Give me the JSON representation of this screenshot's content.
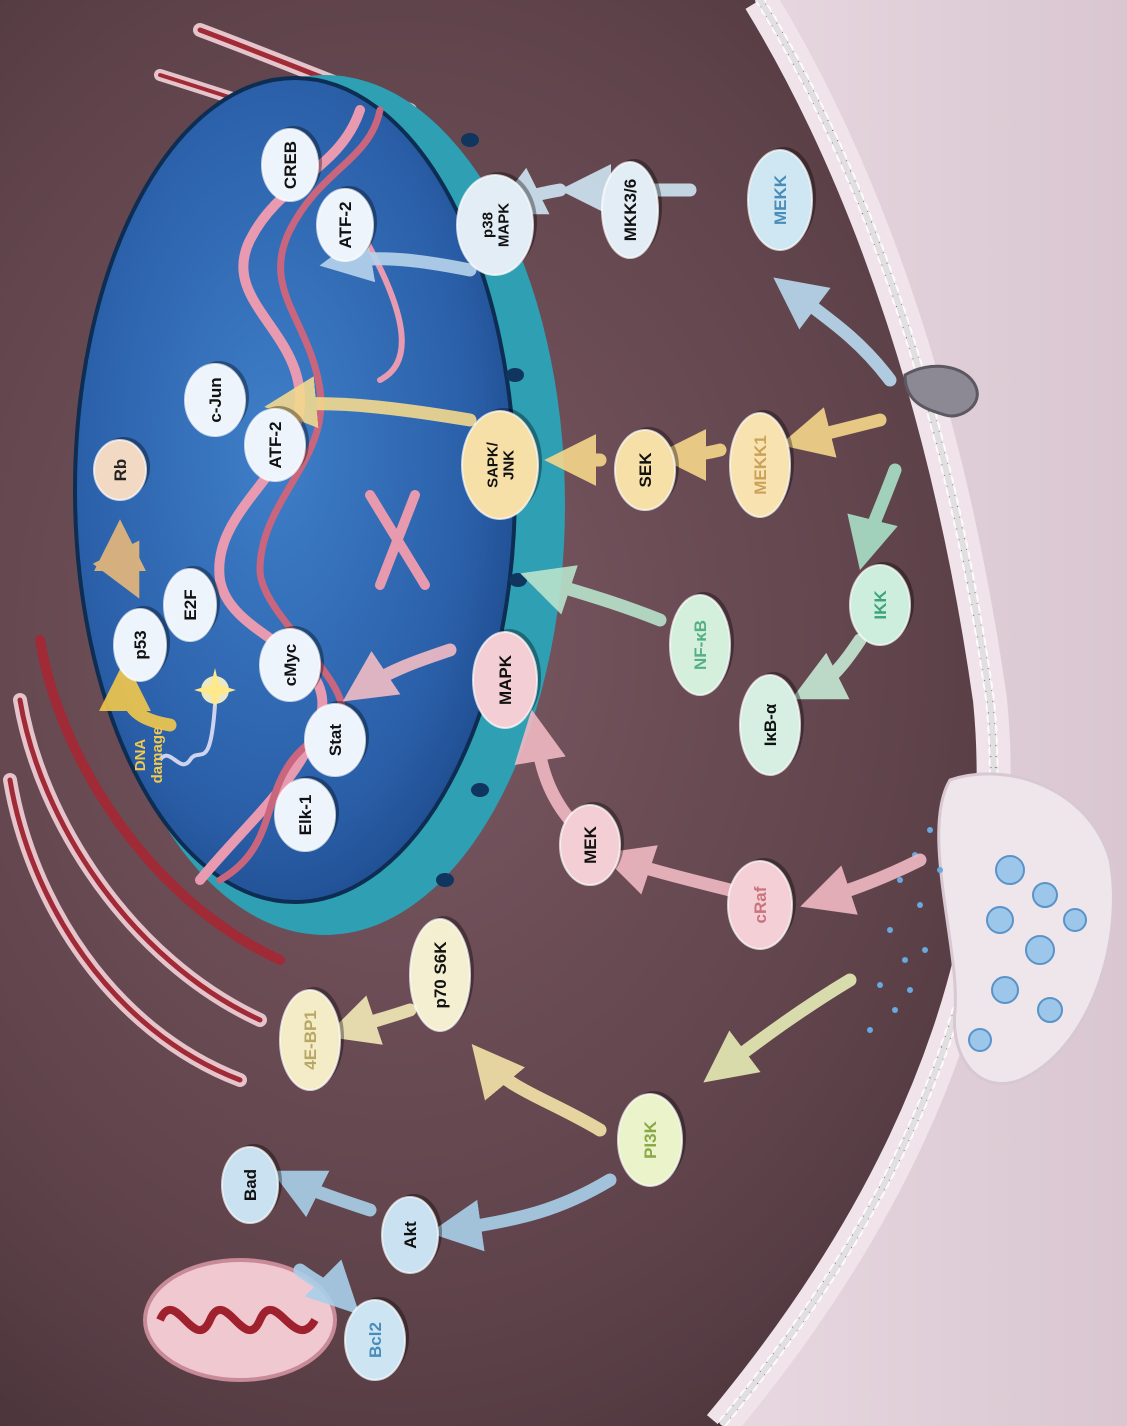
{
  "diagram": {
    "nodes": [
      {
        "id": "rb",
        "lines": [
          "Rb"
        ],
        "fill": "#f2d9c4",
        "text": "#222222"
      },
      {
        "id": "e2f",
        "lines": [
          "E2F"
        ],
        "fill": "#eef4fb",
        "text": "#111111"
      },
      {
        "id": "p53",
        "lines": [
          "p53"
        ],
        "fill": "#eef4fb",
        "text": "#111111"
      },
      {
        "id": "cjun",
        "lines": [
          "c-Jun"
        ],
        "fill": "#eef4fb",
        "text": "#111111"
      },
      {
        "id": "atf2a",
        "lines": [
          "ATF-2"
        ],
        "fill": "#eef4fb",
        "text": "#111111"
      },
      {
        "id": "atf2b",
        "lines": [
          "ATF-2"
        ],
        "fill": "#eef4fb",
        "text": "#111111"
      },
      {
        "id": "creb",
        "lines": [
          "CREB"
        ],
        "fill": "#eef4fb",
        "text": "#111111"
      },
      {
        "id": "cmyc",
        "lines": [
          "cMyc"
        ],
        "fill": "#eef4fb",
        "text": "#111111"
      },
      {
        "id": "stat",
        "lines": [
          "Stat"
        ],
        "fill": "#eef4fb",
        "text": "#111111"
      },
      {
        "id": "elk1",
        "lines": [
          "Elk-1"
        ],
        "fill": "#eef4fb",
        "text": "#111111"
      },
      {
        "id": "p38",
        "lines": [
          "p38",
          "MAPK"
        ],
        "fill": "#e3edf5",
        "text": "#111111"
      },
      {
        "id": "mkk36",
        "lines": [
          "MKK3/6"
        ],
        "fill": "#e3edf5",
        "text": "#111111"
      },
      {
        "id": "mekk",
        "lines": [
          "MEKK"
        ],
        "fill": "#cfe6f3",
        "text": "#4a8cb8"
      },
      {
        "id": "sapk",
        "lines": [
          "SAPK/",
          "JNK"
        ],
        "fill": "#f7e0a8",
        "text": "#111111"
      },
      {
        "id": "sek",
        "lines": [
          "SEK"
        ],
        "fill": "#f7e0a8",
        "text": "#111111"
      },
      {
        "id": "mekk1",
        "lines": [
          "MEKK1"
        ],
        "fill": "#f8e2b0",
        "text": "#caa258"
      },
      {
        "id": "ikk",
        "lines": [
          "IKK"
        ],
        "fill": "#cdeedd",
        "text": "#3ea57a"
      },
      {
        "id": "nfkb",
        "lines": [
          "NF-κB"
        ],
        "fill": "#d4f0dd",
        "text": "#55b084"
      },
      {
        "id": "ikba",
        "lines": [
          "IκB-α"
        ],
        "fill": "#d7efe2",
        "text": "#111111"
      },
      {
        "id": "mapk",
        "lines": [
          "MAPK"
        ],
        "fill": "#f3cfd5",
        "text": "#111111"
      },
      {
        "id": "mek",
        "lines": [
          "MEK"
        ],
        "fill": "#f3cfd5",
        "text": "#111111"
      },
      {
        "id": "craf",
        "lines": [
          "cRaf"
        ],
        "fill": "#f4cfd5",
        "text": "#c9737e"
      },
      {
        "id": "p70",
        "lines": [
          "p70 S6K"
        ],
        "fill": "#f5efd2",
        "text": "#111111"
      },
      {
        "id": "4ebp1",
        "lines": [
          "4E-BP1"
        ],
        "fill": "#f3ecc7",
        "text": "#b8a764"
      },
      {
        "id": "pi3k",
        "lines": [
          "PI3K"
        ],
        "fill": "#eaf3c9",
        "text": "#8aa848"
      },
      {
        "id": "akt",
        "lines": [
          "Akt"
        ],
        "fill": "#c9e1f1",
        "text": "#111111"
      },
      {
        "id": "bad",
        "lines": [
          "Bad"
        ],
        "fill": "#c9e1f1",
        "text": "#111111"
      },
      {
        "id": "bcl2",
        "lines": [
          "Bcl2"
        ],
        "fill": "#cde5f3",
        "text": "#4a8cb8"
      }
    ],
    "annotation": {
      "lines": [
        "DNA",
        "damage"
      ],
      "color": "#f2c94c"
    }
  }
}
